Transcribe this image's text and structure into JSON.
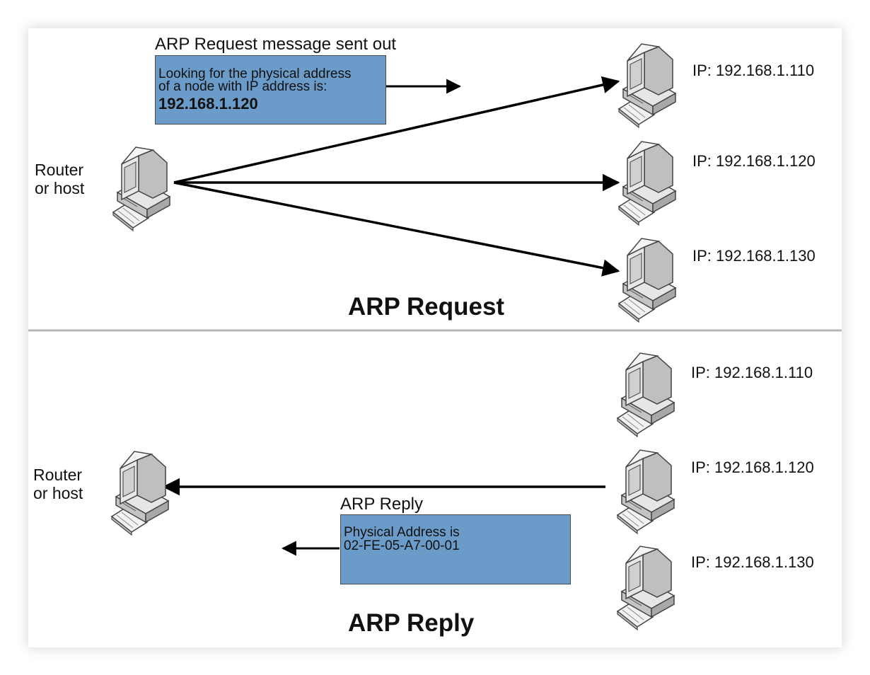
{
  "request": {
    "message_caption": "ARP Request message sent out",
    "message_line1": "Looking for the physical address",
    "message_line2": "of a node with IP address is:",
    "message_ip": "192.168.1.120",
    "sender_line1": "Router",
    "sender_line2": "or host",
    "nodes": [
      {
        "ip": "IP: 192.168.1.110"
      },
      {
        "ip": "IP: 192.168.1.120"
      },
      {
        "ip": "IP: 192.168.1.130"
      }
    ],
    "title": "ARP Request"
  },
  "reply": {
    "sender_line1": "Router",
    "sender_line2": "or host",
    "nodes": [
      {
        "ip": "IP: 192.168.1.110"
      },
      {
        "ip": "IP: 192.168.1.120"
      },
      {
        "ip": "IP: 192.168.1.130"
      }
    ],
    "message_caption": "ARP Reply",
    "message_line1": "Physical Address is",
    "message_line2": "02-FE-05-A7-00-01",
    "title": "ARP Reply"
  },
  "colors": {
    "message_box": "#6b9bc8",
    "divider": "#b5b5b5",
    "arrow": "#000000"
  },
  "icons": {
    "computer": "computer-icon"
  }
}
